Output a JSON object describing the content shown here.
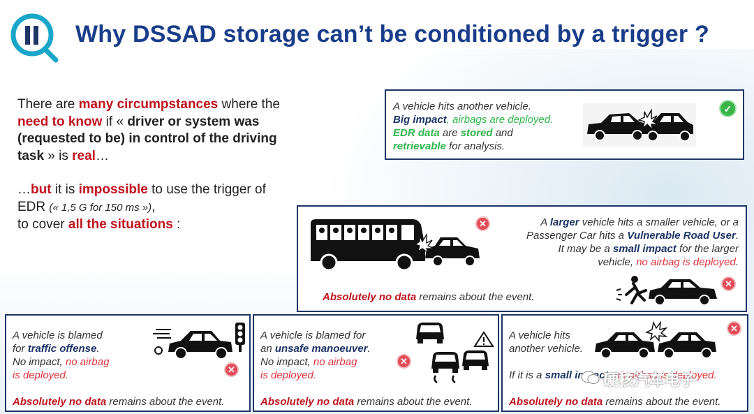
{
  "title": "Why DSSAD storage can’t be conditioned by a trigger ?",
  "intro": {
    "p1": {
      "t1": "There are ",
      "t2": "many circumpstances",
      "t3": " where the ",
      "t4": "need to know",
      "t5": " if « ",
      "t6": "driver or system was (requested to be) in control of the driving task",
      "t7": " » is ",
      "t8": "real",
      "t9": "…"
    },
    "p2": {
      "t1": "…",
      "t2": "but",
      "t3": " it is ",
      "t4": "impossible",
      "t5": " to use the trigger of EDR ",
      "t6": "(« 1,5 G for 150 ms »)",
      "t7": ",",
      "t8": "to cover ",
      "t9": "all the situations",
      "t10": " :"
    }
  },
  "case_ok": {
    "line1": "A vehicle hits another vehicle.",
    "big": "Big impact",
    "airbags": ", airbags are deployed.",
    "edr": "EDR data",
    "are": " are ",
    "stored": "stored",
    "and": " and",
    "retrievable": "retrievable",
    "for": " for analysis."
  },
  "case_large": {
    "a": "A ",
    "larger": "larger",
    "b": " vehicle hits a smaller vehicle, or a",
    "c": "Passenger Car hits a ",
    "vru": "Vulnerable Road User",
    "d": ".",
    "e": "It may be a ",
    "small": "small impact",
    "f": " for the larger",
    "g": "vehicle, ",
    "noairbag": "no airbag is deployed",
    "h": ".",
    "nodata_lead": "Absolutely no data",
    "nodata_rest": " remains about the event."
  },
  "case_traffic": {
    "l1": "A vehicle is blamed",
    "l2a": "for ",
    "l2b": "traffic offense",
    "l2c": ".",
    "l3a": "No impact, ",
    "l3b": "no airbag",
    "l4": "is deployed.",
    "nodata_lead": "Absolutely no data",
    "nodata_rest": " remains about the event."
  },
  "case_manoeuver": {
    "l1": "A vehicle is blamed for",
    "l2a": "an ",
    "l2b": "unsafe manoeuver",
    "l2c": ".",
    "l3a": "No impact, ",
    "l3b": "no airbag",
    "l4": "is deployed.",
    "nodata_lead": "Absolutely no data",
    "nodata_rest": " remains about the event."
  },
  "case_small": {
    "l1": "A vehicle hits",
    "l2": "another vehicle.",
    "l3a": "If it is a ",
    "l3b": "small i",
    "l3c": "mpact",
    "l3d": ", no airbag is deployed.",
    "nodata_lead": "Absolutely no data",
    "nodata_rest": " remains about the event."
  },
  "watermark": "硬核汽车电子",
  "icons": {
    "logo": "search-magnifier-logo-icon",
    "ok": "check-icon",
    "no": "x-icon"
  },
  "colors": {
    "title": "#1a3d8a",
    "box_border": "#1e3566",
    "red": "#c0141f",
    "green": "#2eb54a"
  }
}
